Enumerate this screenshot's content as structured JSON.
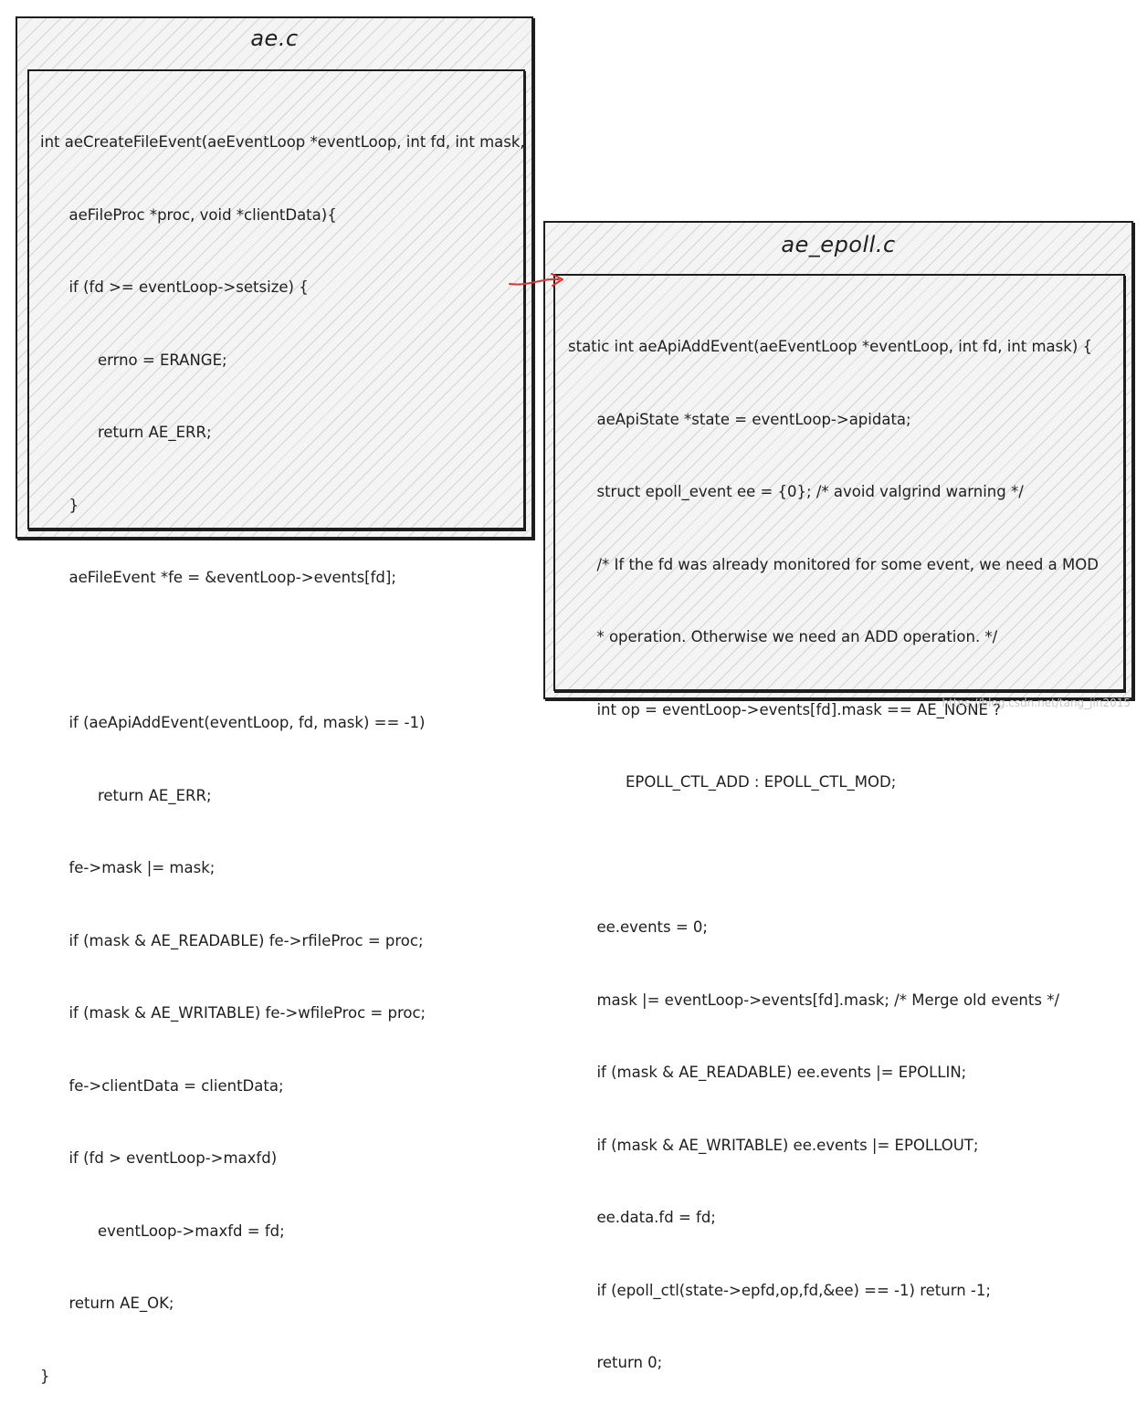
{
  "colors": {
    "stroke": "#1e1e1e",
    "arrow": "#e03131",
    "hatch_bg": "#f4f4f4"
  },
  "ae_c": {
    "title": "ae.c",
    "code_lines": [
      "int aeCreateFileEvent(aeEventLoop *eventLoop, int fd, int mask,",
      "      aeFileProc *proc, void *clientData){",
      "      if (fd >= eventLoop->setsize) {",
      "            errno = ERANGE;",
      "            return AE_ERR;",
      "      }",
      "      aeFileEvent *fe = &eventLoop->events[fd];",
      "",
      "      if (aeApiAddEvent(eventLoop, fd, mask) == -1)",
      "            return AE_ERR;",
      "      fe->mask |= mask;",
      "      if (mask & AE_READABLE) fe->rfileProc = proc;",
      "      if (mask & AE_WRITABLE) fe->wfileProc = proc;",
      "      fe->clientData = clientData;",
      "      if (fd > eventLoop->maxfd)",
      "            eventLoop->maxfd = fd;",
      "      return AE_OK;",
      "}"
    ]
  },
  "ae_epoll_c": {
    "title": "ae_epoll.c",
    "code_lines": [
      "static int aeApiAddEvent(aeEventLoop *eventLoop, int fd, int mask) {",
      "      aeApiState *state = eventLoop->apidata;",
      "      struct epoll_event ee = {0}; /* avoid valgrind warning */",
      "      /* If the fd was already monitored for some event, we need a MOD",
      "      * operation. Otherwise we need an ADD operation. */",
      "      int op = eventLoop->events[fd].mask == AE_NONE ?",
      "            EPOLL_CTL_ADD : EPOLL_CTL_MOD;",
      "",
      "      ee.events = 0;",
      "      mask |= eventLoop->events[fd].mask; /* Merge old events */",
      "      if (mask & AE_READABLE) ee.events |= EPOLLIN;",
      "      if (mask & AE_WRITABLE) ee.events |= EPOLLOUT;",
      "      ee.data.fd = fd;",
      "      if (epoll_ctl(state->epfd,op,fd,&ee) == -1) return -1;",
      "      return 0;",
      "}"
    ]
  },
  "watermark": "https://blog.csdn.net/tang_jin2015"
}
